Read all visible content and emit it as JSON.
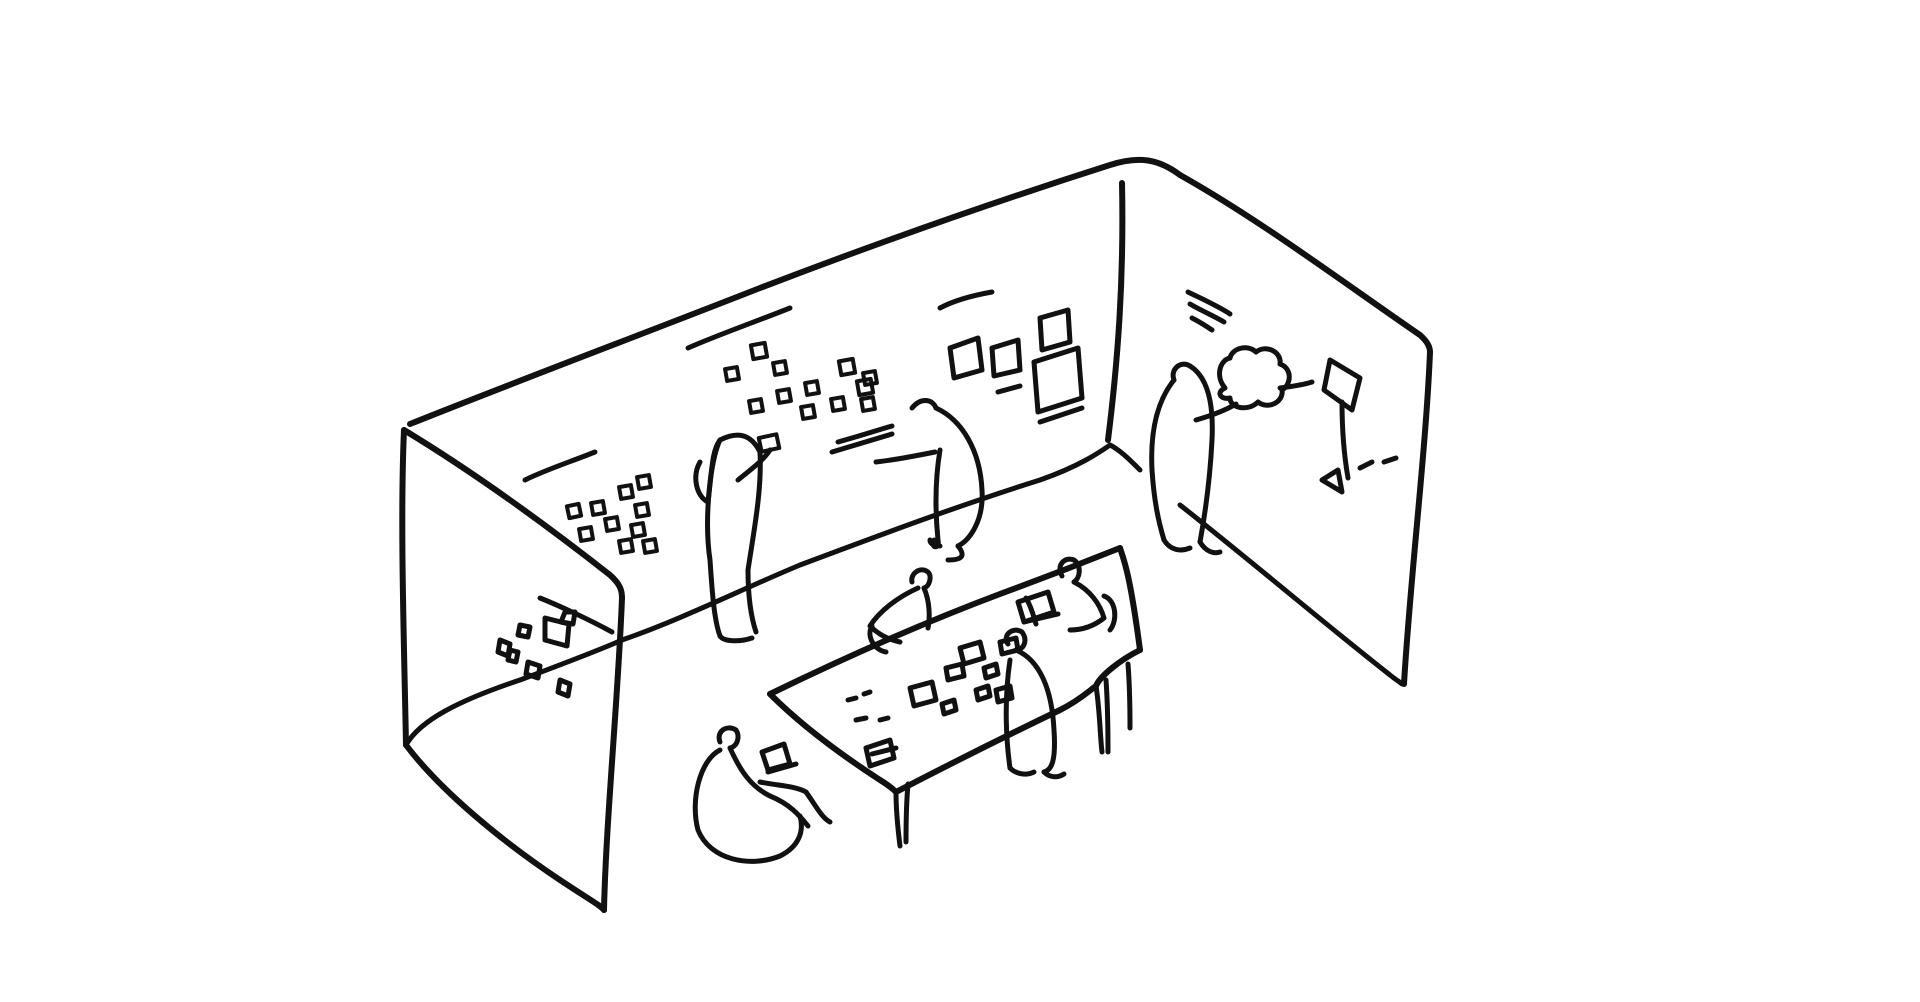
{
  "colors": {
    "background": "#ffffff",
    "ink": "#111111"
  },
  "icons": [
    "room-walls",
    "sticky-note",
    "person",
    "table",
    "laptop",
    "bean-bag",
    "flip-chart",
    "tree-drawing"
  ]
}
